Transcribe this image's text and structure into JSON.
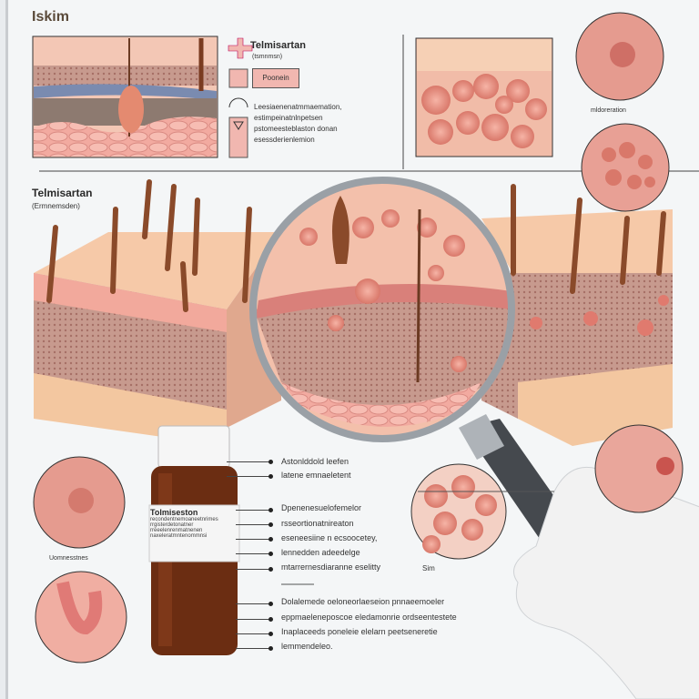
{
  "header": {
    "title": "Iskim"
  },
  "legend": {
    "drug_title": "Telmisartan",
    "drug_subtitle": "(tsmnmsn)",
    "badge_label": "Poonein",
    "description": [
      "Leesiaenenatmmaemation,",
      "estimpeinatnlnpetsen",
      "pstomeesteblaston donan",
      "esessderienlemion"
    ]
  },
  "section": {
    "title": "Telmisartan",
    "subtitle": "(Ermnemsden)"
  },
  "circle_labels": {
    "top_right": "mldoreration",
    "left": "Uomnesstnes",
    "center": "Sim"
  },
  "bottle": {
    "label_title": "Tolmiseston",
    "label_lines": [
      "recondentnemoaneetnrimes",
      "rrgisterdetonatner",
      "rreeelenrenmatnenen",
      "naxeleratmntenommnsi"
    ]
  },
  "callouts_top": [
    "Astonlddold leefen",
    "latene emnaeletent"
  ],
  "callouts_middle": [
    "Dpenenesuelofemelor",
    "rsseortionatnireaton",
    "eseneesiine n ecsoocetey,",
    "lennedden adeedelge",
    "mtarrernesdiaranne eselitty"
  ],
  "callouts_bottom": [
    "Dolalemede oeloneorlaeseion pnnaeemoeler",
    "eppmaeleneposcoe eledamonrie ordseentestete",
    "Inaplaceeds poneleie elelarn peetseneretie",
    "lemmendeleo."
  ],
  "colors": {
    "skin_pink": "#f0b3a6",
    "epidermis": "#f6c9a8",
    "hair": "#8a4a2a",
    "bottle": "#6b2d12",
    "glove": "#f2f2f2",
    "lens_frame": "#9aa0a6"
  }
}
